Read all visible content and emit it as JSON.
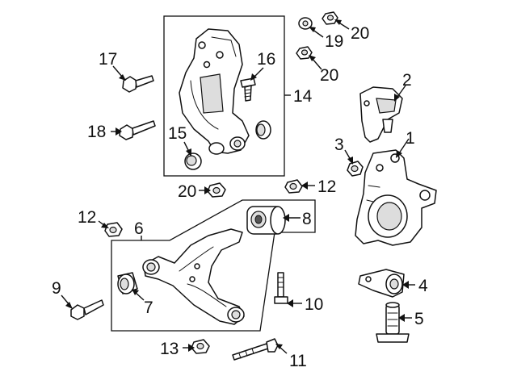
{
  "callouts": {
    "n1": "1",
    "n2": "2",
    "n3": "3",
    "n4": "4",
    "n5": "5",
    "n6": "6",
    "n7": "7",
    "n8": "8",
    "n9": "9",
    "n10": "10",
    "n11": "11",
    "n12a": "12",
    "n12b": "12",
    "n13": "13",
    "n14": "14",
    "n15": "15",
    "n16": "16",
    "n17": "17",
    "n18": "18",
    "n19": "19",
    "n20a": "20",
    "n20b": "20",
    "n20c": "20"
  }
}
